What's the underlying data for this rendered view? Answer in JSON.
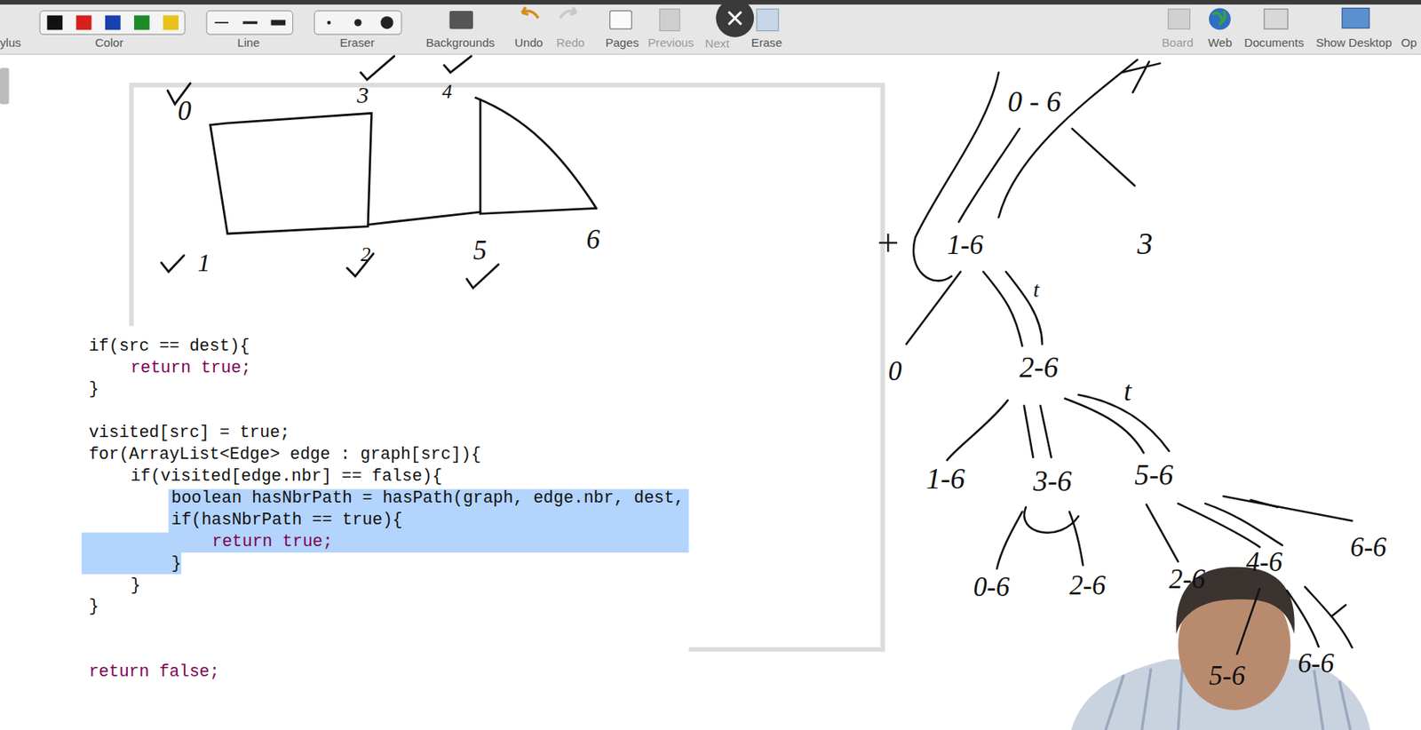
{
  "diagram": {
    "labels": [
      "ylus",
      "Color",
      "Line",
      "Eraser",
      "Backgrounds",
      "Undo",
      "Redo",
      "Pages",
      "Previous",
      "Next",
      "Erase",
      "Board",
      "Web",
      "Documents",
      "Show Desktop",
      "Op",
      "0",
      "3",
      "4",
      "1",
      "2",
      "5",
      "6",
      "if(src == dest){",
      "return true;",
      "}",
      "visited[src] = true;",
      "for(ArrayList<Edge> edge : graph[src]){",
      "if(visited[edge.nbr] == false){",
      "boolean hasNbrPath = hasPath(graph, edge.nbr, dest,",
      "if(hasNbrPath == true){",
      "return true;",
      "}",
      "}",
      "}",
      "return false;",
      "0 - 6",
      "3",
      "1-6",
      "t",
      "0",
      "2-6",
      "t",
      "1-6",
      "3-6",
      "5-6",
      "0-6",
      "2-6",
      "2-6",
      "4-6",
      "6-6",
      "5-6",
      "6-6"
    ]
  }
}
